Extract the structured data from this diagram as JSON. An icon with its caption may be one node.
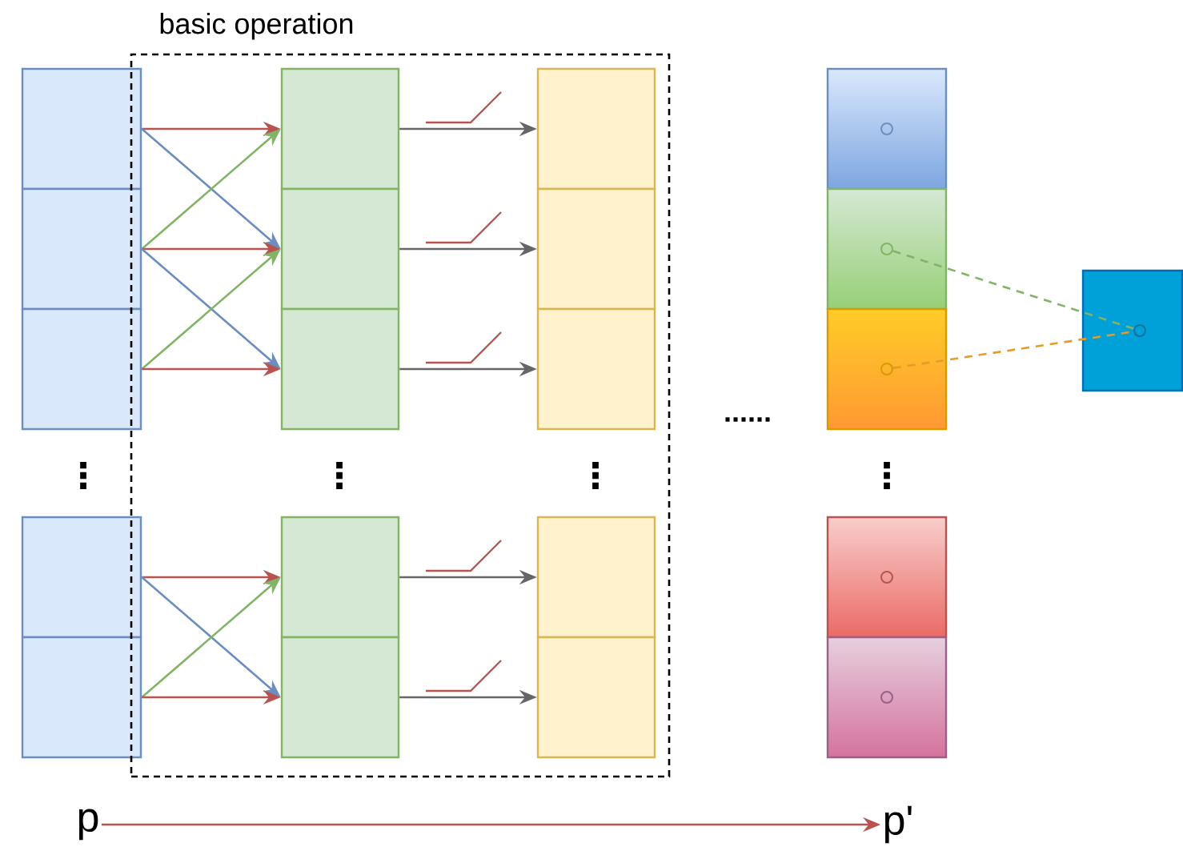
{
  "diagram": {
    "nodes": [
      {
        "text": [
          "basic operation"
        ]
      },
      {
        "text": [],
        "shape": "box"
      },
      {
        "text": [],
        "shape": "box"
      },
      {
        "text": [],
        "shape": "box"
      },
      {
        "text": [],
        "shape": "box"
      },
      {
        "text": [],
        "shape": "box"
      },
      {
        "text": [],
        "shape": "box",
        "in": 0
      },
      {
        "text": [],
        "shape": "box",
        "in": 0
      },
      {
        "text": [],
        "shape": "box",
        "in": 0
      },
      {
        "text": [],
        "shape": "box",
        "in": 0
      },
      {
        "text": [],
        "shape": "box",
        "in": 0
      },
      {
        "text": [],
        "shape": "box",
        "in": 0
      },
      {
        "text": [],
        "shape": "box",
        "in": 0
      },
      {
        "text": [],
        "shape": "box",
        "in": 0
      },
      {
        "text": [],
        "shape": "box",
        "in": 0
      },
      {
        "text": [],
        "shape": "box",
        "in": 0
      },
      {
        "text": [],
        "shape": "box"
      },
      {
        "text": [],
        "shape": "circle",
        "in": 16
      },
      {
        "text": [],
        "shape": "box"
      },
      {
        "text": [],
        "shape": "circle",
        "in": 18
      },
      {
        "text": [],
        "shape": "box"
      },
      {
        "text": [],
        "shape": "circle",
        "in": 20
      },
      {
        "text": [],
        "shape": "box"
      },
      {
        "text": [],
        "shape": "circle",
        "in": 22
      },
      {
        "text": [],
        "shape": "box"
      },
      {
        "text": [],
        "shape": "circle",
        "in": 24
      },
      {
        "text": [],
        "shape": "box"
      },
      {
        "text": [],
        "shape": "circle",
        "in": 26
      },
      {
        "text": [
          "p"
        ]
      },
      {
        "text": [
          "p'"
        ]
      }
    ],
    "edges": [
      {
        "from": 1,
        "to": 6,
        "arrow": "to",
        "color": "#b85450"
      },
      {
        "from": 1,
        "to": 7,
        "arrow": "to",
        "color": "#6c8ebf"
      },
      {
        "from": 2,
        "to": 6,
        "arrow": "to",
        "color": "#82b366"
      },
      {
        "from": 2,
        "to": 7,
        "arrow": "to",
        "color": "#b85450"
      },
      {
        "from": 2,
        "to": 8,
        "arrow": "to",
        "color": "#6c8ebf"
      },
      {
        "from": 3,
        "to": 7,
        "arrow": "to",
        "color": "#82b366"
      },
      {
        "from": 3,
        "to": 8,
        "arrow": "to",
        "color": "#b85450"
      },
      {
        "from": 4,
        "to": 9,
        "arrow": "to",
        "color": "#b85450"
      },
      {
        "from": 4,
        "to": 10,
        "arrow": "to",
        "color": "#6c8ebf"
      },
      {
        "from": 5,
        "to": 9,
        "arrow": "to",
        "color": "#82b366"
      },
      {
        "from": 5,
        "to": 10,
        "arrow": "to",
        "color": "#b85450"
      },
      {
        "from": 6,
        "to": 11,
        "arrow": "to",
        "color": "#666666"
      },
      {
        "from": 7,
        "to": 12,
        "arrow": "to",
        "color": "#666666"
      },
      {
        "from": 8,
        "to": 13,
        "arrow": "to",
        "color": "#666666"
      },
      {
        "from": 9,
        "to": 14,
        "arrow": "to",
        "color": "#666666"
      },
      {
        "from": 10,
        "to": 15,
        "arrow": "to",
        "color": "#666666"
      },
      {
        "from": 19,
        "to": 27,
        "arrow": "none",
        "style": "dashed",
        "color": "#82b366"
      },
      {
        "from": 21,
        "to": 27,
        "arrow": "none",
        "style": "dashed",
        "color": "#e69a28"
      },
      {
        "from": 28,
        "to": 29,
        "arrow": "to",
        "color": "#b85450"
      }
    ],
    "labels": [
      "......",
      "⋮",
      "⋮",
      "⋮",
      "⋮"
    ]
  }
}
